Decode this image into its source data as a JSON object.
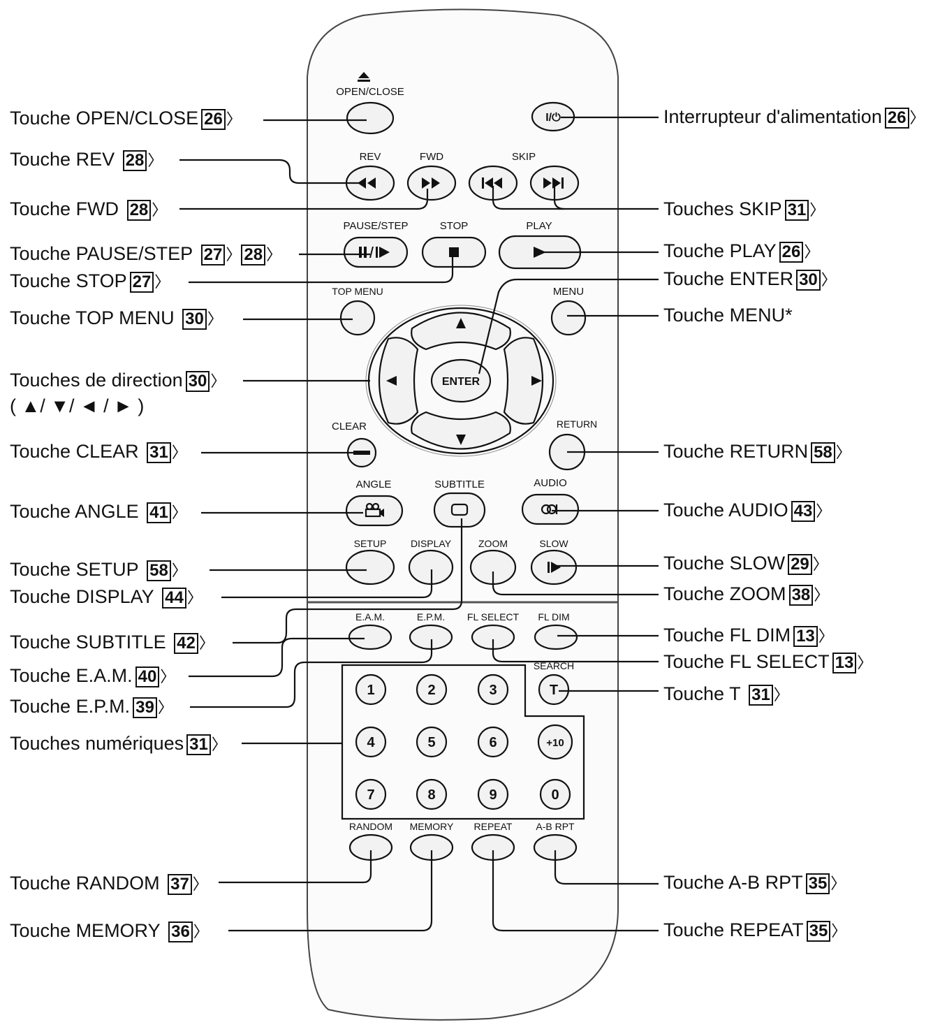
{
  "labels": [
    {
      "text": "Touche OPEN/CLOSE",
      "pages": [
        "26"
      ]
    },
    {
      "text": "Touche REV",
      "pages": [
        "28"
      ]
    },
    {
      "text": "Touche FWD",
      "pages": [
        "28"
      ]
    },
    {
      "text": "Touche PAUSE/STEP",
      "pages": [
        "27",
        "28"
      ]
    },
    {
      "text": "Touche STOP",
      "pages": [
        "27"
      ]
    },
    {
      "text": "Touche TOP MENU",
      "pages": [
        "30"
      ]
    },
    {
      "text": "Touches de direction",
      "pages": [
        "30"
      ]
    },
    {
      "text": "( ▲/ ▼/ ◄ / ► )",
      "pages": []
    },
    {
      "text": "Touche CLEAR",
      "pages": [
        "31"
      ]
    },
    {
      "text": "Touche ANGLE",
      "pages": [
        "41"
      ]
    },
    {
      "text": "Touche SETUP",
      "pages": [
        "58"
      ]
    },
    {
      "text": "Touche DISPLAY",
      "pages": [
        "44"
      ]
    },
    {
      "text": "Touche SUBTITLE",
      "pages": [
        "42"
      ]
    },
    {
      "text": "Touche E.A.M.",
      "pages": [
        "40"
      ]
    },
    {
      "text": "Touche E.P.M.",
      "pages": [
        "39"
      ]
    },
    {
      "text": "Touches numériques",
      "pages": [
        "31"
      ]
    },
    {
      "text": "Touche RANDOM",
      "pages": [
        "37"
      ]
    },
    {
      "text": "Touche MEMORY",
      "pages": [
        "36"
      ]
    },
    {
      "text": "Interrupteur d'alimentation",
      "pages": [
        "26"
      ]
    },
    {
      "text": "Touches SKIP",
      "pages": [
        "31"
      ]
    },
    {
      "text": "Touche PLAY",
      "pages": [
        "26"
      ]
    },
    {
      "text": "Touche ENTER",
      "pages": [
        "30"
      ]
    },
    {
      "text": "Touche MENU*",
      "pages": []
    },
    {
      "text": "Touche RETURN",
      "pages": [
        "58"
      ]
    },
    {
      "text": "Touche AUDIO",
      "pages": [
        "43"
      ]
    },
    {
      "text": "Touche SLOW",
      "pages": [
        "29"
      ]
    },
    {
      "text": "Touche ZOOM",
      "pages": [
        "38"
      ]
    },
    {
      "text": "Touche FL DIM",
      "pages": [
        "13"
      ]
    },
    {
      "text": "Touche FL SELECT",
      "pages": [
        "13"
      ]
    },
    {
      "text": "Touche T",
      "pages": [
        "31"
      ]
    },
    {
      "text": "Touche A-B RPT",
      "pages": [
        "35"
      ]
    },
    {
      "text": "Touche REPEAT",
      "pages": [
        "35"
      ]
    }
  ],
  "remote": {
    "open_close": "OPEN/CLOSE",
    "power": "I/⏻",
    "rev": "REV",
    "fwd": "FWD",
    "skip": "SKIP",
    "pause_step": "PAUSE/STEP",
    "stop": "STOP",
    "play": "PLAY",
    "top_menu": "TOP MENU",
    "menu": "MENU",
    "enter": "ENTER",
    "clear": "CLEAR",
    "return": "RETURN",
    "angle": "ANGLE",
    "subtitle": "SUBTITLE",
    "audio": "AUDIO",
    "setup": "SETUP",
    "display": "DISPLAY",
    "zoom": "ZOOM",
    "slow": "SLOW",
    "eam": "E.A.M.",
    "epm": "E.P.M.",
    "fl_select": "FL SELECT",
    "fl_dim": "FL DIM",
    "search": "SEARCH",
    "t": "T",
    "numbers": [
      "1",
      "2",
      "3",
      "4",
      "5",
      "6",
      "+10",
      "7",
      "8",
      "9",
      "0"
    ],
    "random": "RANDOM",
    "memory": "MEMORY",
    "repeat": "REPEAT",
    "ab_rpt": "A-B RPT"
  }
}
